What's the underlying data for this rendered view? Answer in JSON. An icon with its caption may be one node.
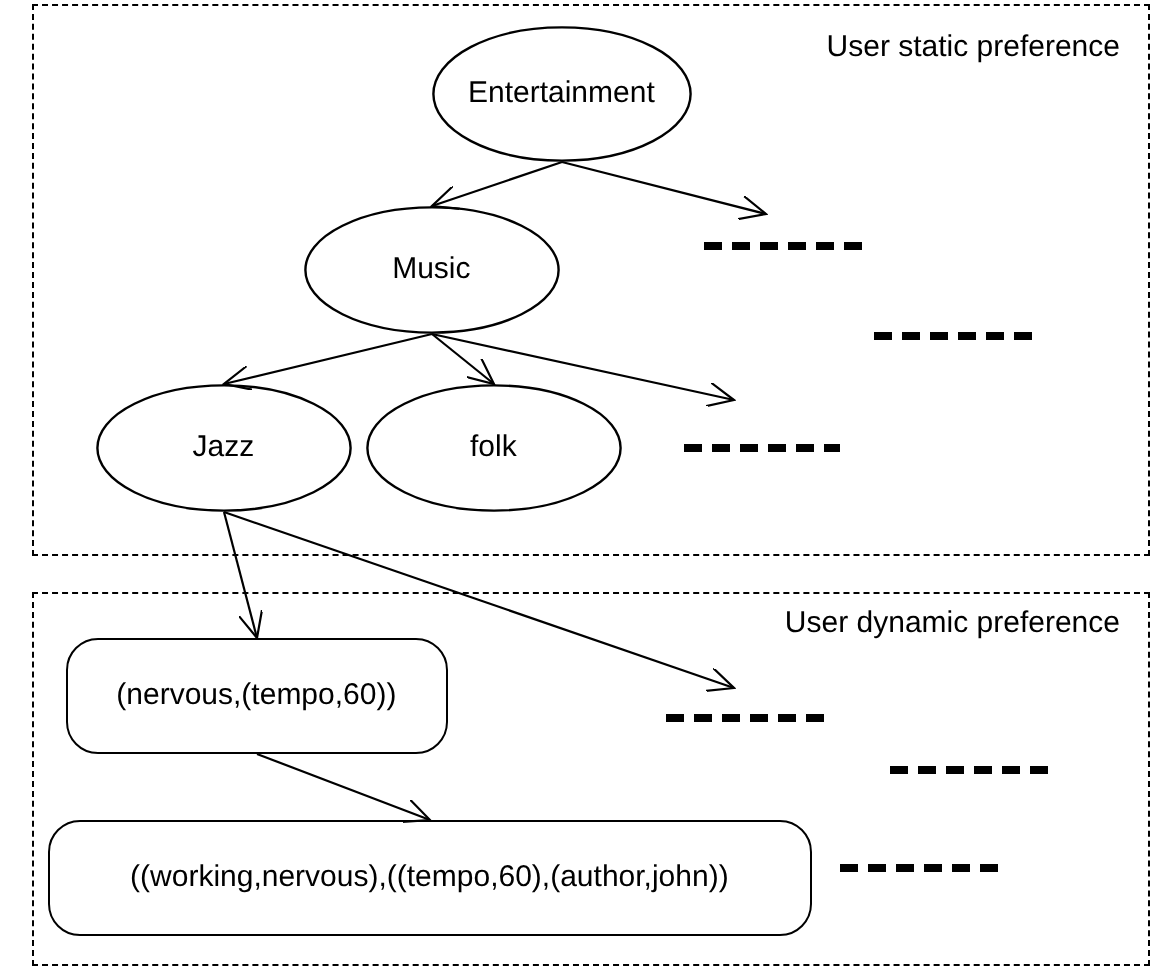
{
  "diagram": {
    "nodes": [
      {
        "text": [
          "User static preference"
        ]
      },
      {
        "text": [
          "Entertainment"
        ],
        "in": 0
      },
      {
        "text": [
          "Music"
        ],
        "in": 0
      },
      {
        "text": [
          "Jazz"
        ],
        "in": 0
      },
      {
        "text": [
          "folk"
        ],
        "in": 0
      },
      {
        "text": [
          "User dynamic preference"
        ]
      },
      {
        "text": [
          "(nervous,(tempo,60))"
        ],
        "in": 5
      },
      {
        "text": [
          "((working,nervous),((tempo,60),(author,john))"
        ],
        "in": 5
      }
    ],
    "edges": [
      {
        "from": 1,
        "to": 2,
        "arrow": "to"
      },
      {
        "from": 1,
        "to": null,
        "arrow": "to"
      },
      {
        "from": 2,
        "to": 3,
        "arrow": "to"
      },
      {
        "from": 2,
        "to": 4,
        "arrow": "to"
      },
      {
        "from": 2,
        "to": null,
        "arrow": "to"
      },
      {
        "from": 3,
        "to": 6,
        "arrow": "to"
      },
      {
        "from": 3,
        "to": null,
        "arrow": "to"
      },
      {
        "from": 6,
        "to": 7,
        "arrow": "to"
      }
    ]
  }
}
